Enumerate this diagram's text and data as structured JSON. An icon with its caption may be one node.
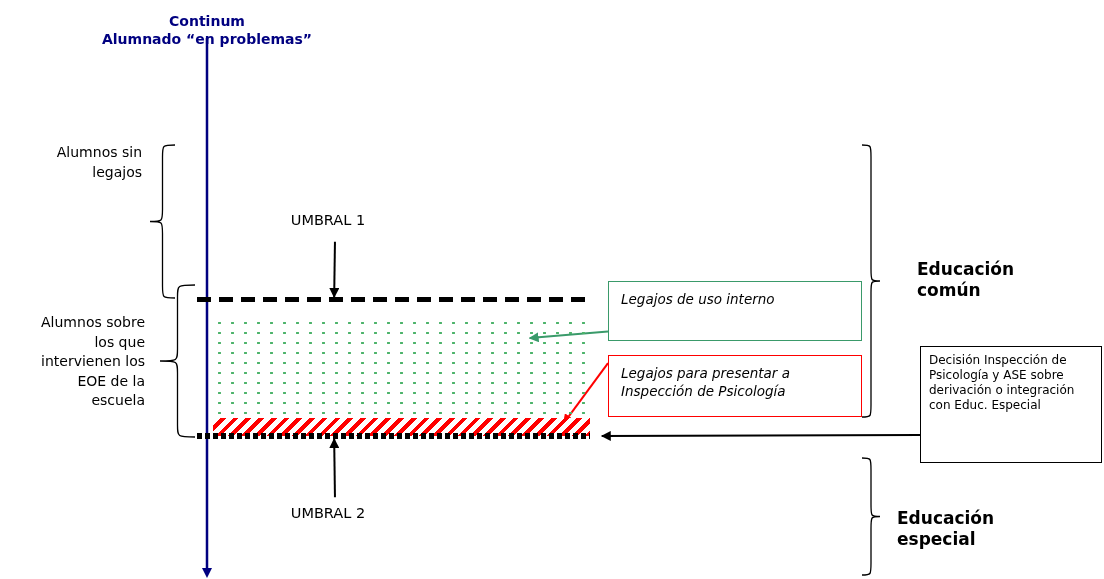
{
  "diagram": {
    "nodes": [
      {
        "text": [
          "UMBRAL 1"
        ]
      },
      {
        "text": [],
        "shape": "line"
      },
      {
        "text": [],
        "shape": "box"
      },
      {
        "text": [],
        "shape": "bar",
        "in": 2
      },
      {
        "text": [],
        "shape": "line"
      },
      {
        "text": [
          "UMBRAL 2"
        ]
      },
      {
        "text": [
          "Legajos de uso interno"
        ]
      },
      {
        "text": [
          "Legajos para presentar a Inspección de Psicología"
        ]
      },
      {
        "text": [
          "Decisión Inspección de Psicología y ASE sobre derivación o integración con Educ. Especial"
        ]
      }
    ],
    "edges": [
      {
        "from": 0,
        "to": 1,
        "arrow": "to"
      },
      {
        "from": 6,
        "to": 2,
        "arrow": "to",
        "color": "#3a9a6a"
      },
      {
        "from": 7,
        "to": 3,
        "arrow": "to",
        "color": "#ff0000"
      },
      {
        "from": 8,
        "to": 4,
        "arrow": "to"
      },
      {
        "from": 5,
        "to": 4,
        "arrow": "to"
      }
    ],
    "labels": [
      "Continum",
      "Alumnado “en problemas”",
      "Alumnos sin legajos",
      "Alumnos sobre los que intervienen los EOE de la escuela",
      "Educación común",
      "Educación especial"
    ]
  }
}
